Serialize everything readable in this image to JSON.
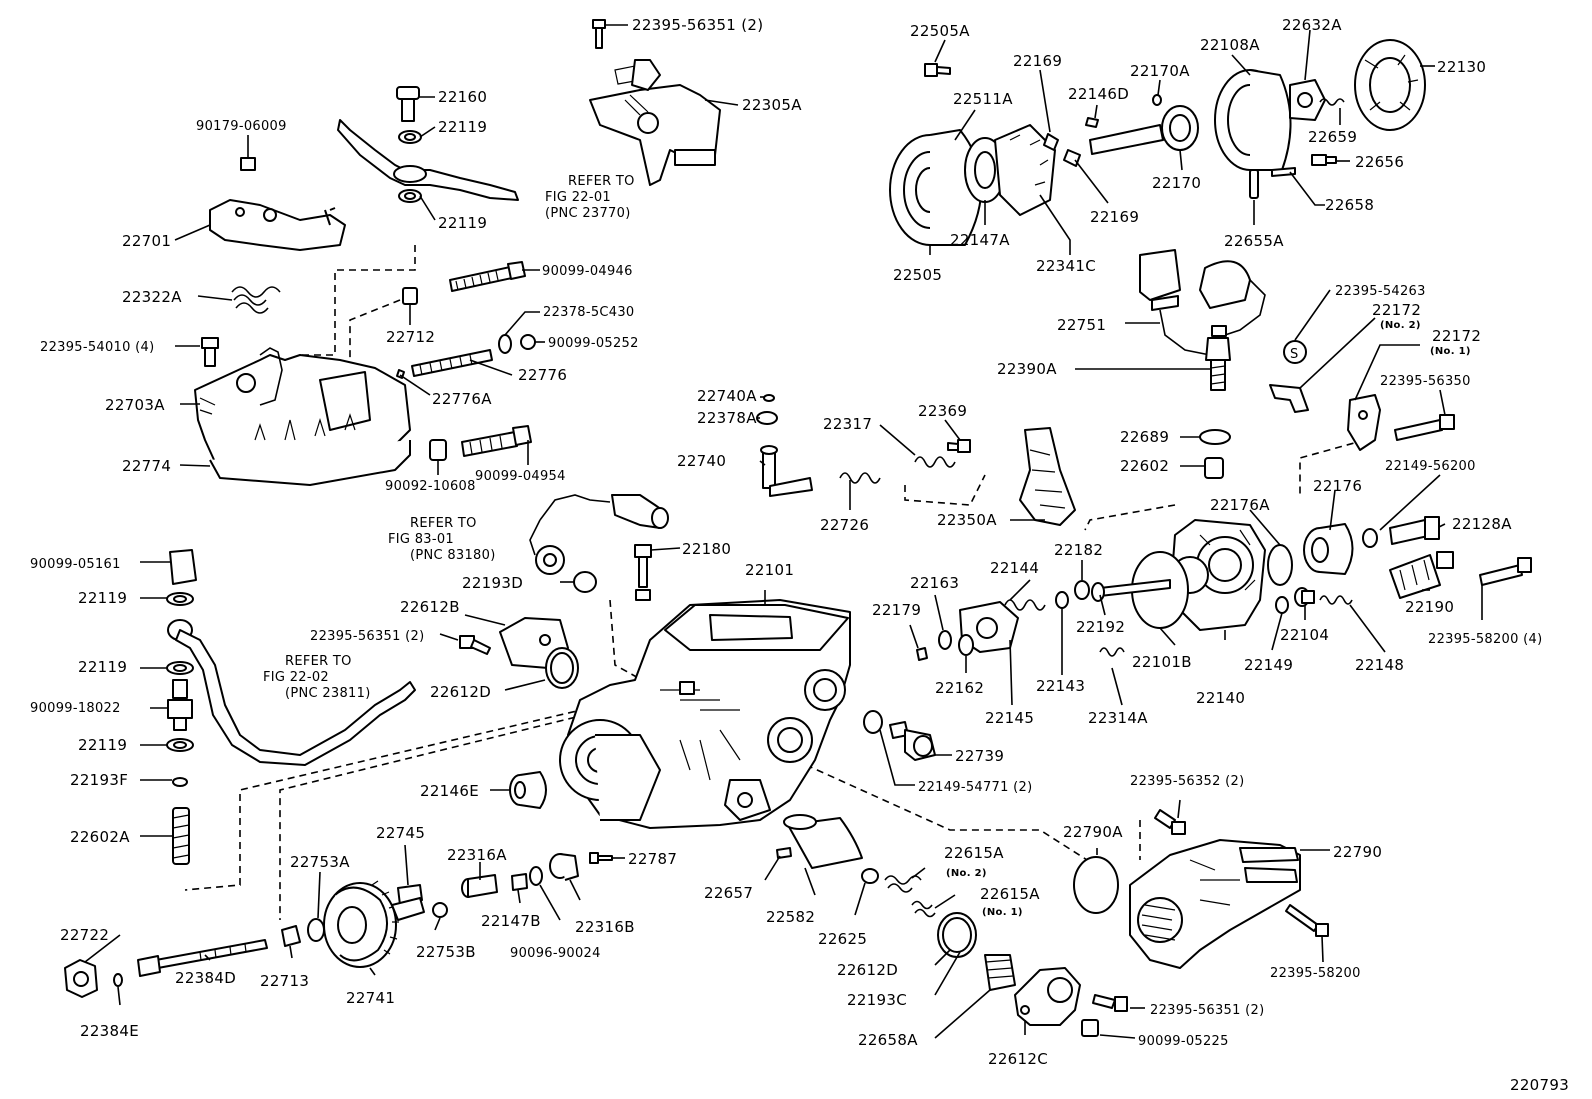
{
  "diagram_id": "220793",
  "callouts": [
    {
      "id": "c01",
      "text": "22395-56351 (2)"
    },
    {
      "id": "c02",
      "text": "22305A"
    },
    {
      "id": "c03",
      "text": "22160"
    },
    {
      "id": "c04",
      "text": "22119"
    },
    {
      "id": "c05",
      "text": "22119"
    },
    {
      "id": "c06",
      "text": "90179-06009"
    },
    {
      "id": "c07",
      "text": "22701"
    },
    {
      "id": "c08",
      "text": "22322A"
    },
    {
      "id": "c09",
      "text": "90099-04946"
    },
    {
      "id": "c10",
      "text": "22378-5C430"
    },
    {
      "id": "c11",
      "text": "90099-05252"
    },
    {
      "id": "c12",
      "text": "22712"
    },
    {
      "id": "c13",
      "text": "22395-54010 (4)"
    },
    {
      "id": "c14",
      "text": "22776"
    },
    {
      "id": "c15",
      "text": "22776A"
    },
    {
      "id": "c16",
      "text": "22703A"
    },
    {
      "id": "c17",
      "text": "22774"
    },
    {
      "id": "c18",
      "text": "90092-10608"
    },
    {
      "id": "c19",
      "text": "90099-04954"
    },
    {
      "id": "c20",
      "text": "22505A"
    },
    {
      "id": "c21",
      "text": "22169"
    },
    {
      "id": "c22",
      "text": "22511A"
    },
    {
      "id": "c23",
      "text": "22170A"
    },
    {
      "id": "c24",
      "text": "22146D"
    },
    {
      "id": "c25",
      "text": "22108A"
    },
    {
      "id": "c26",
      "text": "22632A"
    },
    {
      "id": "c27",
      "text": "22130"
    },
    {
      "id": "c28",
      "text": "22659"
    },
    {
      "id": "c29",
      "text": "22656"
    },
    {
      "id": "c30",
      "text": "22170"
    },
    {
      "id": "c31",
      "text": "22169"
    },
    {
      "id": "c32",
      "text": "22658"
    },
    {
      "id": "c33",
      "text": "22147A"
    },
    {
      "id": "c34",
      "text": "22505"
    },
    {
      "id": "c35",
      "text": "22341C"
    },
    {
      "id": "c36",
      "text": "22655A"
    },
    {
      "id": "c37",
      "text": "22751"
    },
    {
      "id": "c38",
      "text": "22390A"
    },
    {
      "id": "c39",
      "text": "22395-54263"
    },
    {
      "id": "c40",
      "text": "22172"
    },
    {
      "id": "c41",
      "text": "22172"
    },
    {
      "id": "c42",
      "text": "22395-56350"
    },
    {
      "id": "c43",
      "text": "22740A"
    },
    {
      "id": "c44",
      "text": "22378A"
    },
    {
      "id": "c45",
      "text": "22740"
    },
    {
      "id": "c46",
      "text": "22317"
    },
    {
      "id": "c47",
      "text": "22369"
    },
    {
      "id": "c48",
      "text": "22689"
    },
    {
      "id": "c49",
      "text": "22602"
    },
    {
      "id": "c50",
      "text": "22726"
    },
    {
      "id": "c51",
      "text": "22350A"
    },
    {
      "id": "c52",
      "text": "22149-56200"
    },
    {
      "id": "c53",
      "text": "22176A"
    },
    {
      "id": "c54",
      "text": "22176"
    },
    {
      "id": "c55",
      "text": "22128A"
    },
    {
      "id": "c56",
      "text": "22180"
    },
    {
      "id": "c57",
      "text": "22193D"
    },
    {
      "id": "c58",
      "text": "22101"
    },
    {
      "id": "c59",
      "text": "90099-05161"
    },
    {
      "id": "c60",
      "text": "22119"
    },
    {
      "id": "c61",
      "text": "22612B"
    },
    {
      "id": "c62",
      "text": "22395-56351 (2)"
    },
    {
      "id": "c63",
      "text": "22612D"
    },
    {
      "id": "c64",
      "text": "22119"
    },
    {
      "id": "c65",
      "text": "90099-18022"
    },
    {
      "id": "c66",
      "text": "22119"
    },
    {
      "id": "c67",
      "text": "22193F"
    },
    {
      "id": "c68",
      "text": "22602A"
    },
    {
      "id": "c69",
      "text": "22163"
    },
    {
      "id": "c70",
      "text": "22144"
    },
    {
      "id": "c71",
      "text": "22182"
    },
    {
      "id": "c72",
      "text": "22179"
    },
    {
      "id": "c73",
      "text": "22192"
    },
    {
      "id": "c74",
      "text": "22101B"
    },
    {
      "id": "c75",
      "text": "22140"
    },
    {
      "id": "c76",
      "text": "22149"
    },
    {
      "id": "c77",
      "text": "22104"
    },
    {
      "id": "c78",
      "text": "22148"
    },
    {
      "id": "c79",
      "text": "22190"
    },
    {
      "id": "c80",
      "text": "22395-58200 (4)"
    },
    {
      "id": "c81",
      "text": "22162"
    },
    {
      "id": "c82",
      "text": "22143"
    },
    {
      "id": "c83",
      "text": "22145"
    },
    {
      "id": "c84",
      "text": "22314A"
    },
    {
      "id": "c85",
      "text": "22739"
    },
    {
      "id": "c86",
      "text": "22149-54771 (2)"
    },
    {
      "id": "c87",
      "text": "22146E"
    },
    {
      "id": "c88",
      "text": "22745"
    },
    {
      "id": "c89",
      "text": "22316A"
    },
    {
      "id": "c90",
      "text": "22787"
    },
    {
      "id": "c91",
      "text": "22753A"
    },
    {
      "id": "c92",
      "text": "22147B"
    },
    {
      "id": "c93",
      "text": "22316B"
    },
    {
      "id": "c94",
      "text": "90096-90024"
    },
    {
      "id": "c95",
      "text": "22753B"
    },
    {
      "id": "c96",
      "text": "22722"
    },
    {
      "id": "c97",
      "text": "22713"
    },
    {
      "id": "c98",
      "text": "22741"
    },
    {
      "id": "c99",
      "text": "22384D"
    },
    {
      "id": "c100",
      "text": "22384E"
    },
    {
      "id": "c101",
      "text": "22657"
    },
    {
      "id": "c102",
      "text": "22582"
    },
    {
      "id": "c103",
      "text": "22625"
    },
    {
      "id": "c104",
      "text": "22615A"
    },
    {
      "id": "c105",
      "text": "22615A"
    },
    {
      "id": "c106",
      "text": "22612D"
    },
    {
      "id": "c107",
      "text": "22193C"
    },
    {
      "id": "c108",
      "text": "22658A"
    },
    {
      "id": "c109",
      "text": "22612C"
    },
    {
      "id": "c110",
      "text": "22395-56351 (2)"
    },
    {
      "id": "c111",
      "text": "90099-05225"
    },
    {
      "id": "c112",
      "text": "22790A"
    },
    {
      "id": "c113",
      "text": "22395-56352 (2)"
    },
    {
      "id": "c114",
      "text": "22790"
    },
    {
      "id": "c115",
      "text": "22395-58200"
    }
  ],
  "sub_notes": {
    "no2_a": "(No. 2)",
    "no1_a": "(No. 1)",
    "no2_b": "(No. 2)",
    "no1_b": "(No. 1)"
  },
  "references": [
    {
      "id": "r1",
      "line1": "REFER TO",
      "line2": "FIG 22-01",
      "line3": "(PNC 23770)"
    },
    {
      "id": "r2",
      "line1": "REFER TO",
      "line2": "FIG 83-01",
      "line3": "(PNC 83180)"
    },
    {
      "id": "r3",
      "line1": "REFER TO",
      "line2": "FIG 22-02",
      "line3": "(PNC 23811)"
    }
  ],
  "symbols": {
    "s_mark": "S"
  }
}
